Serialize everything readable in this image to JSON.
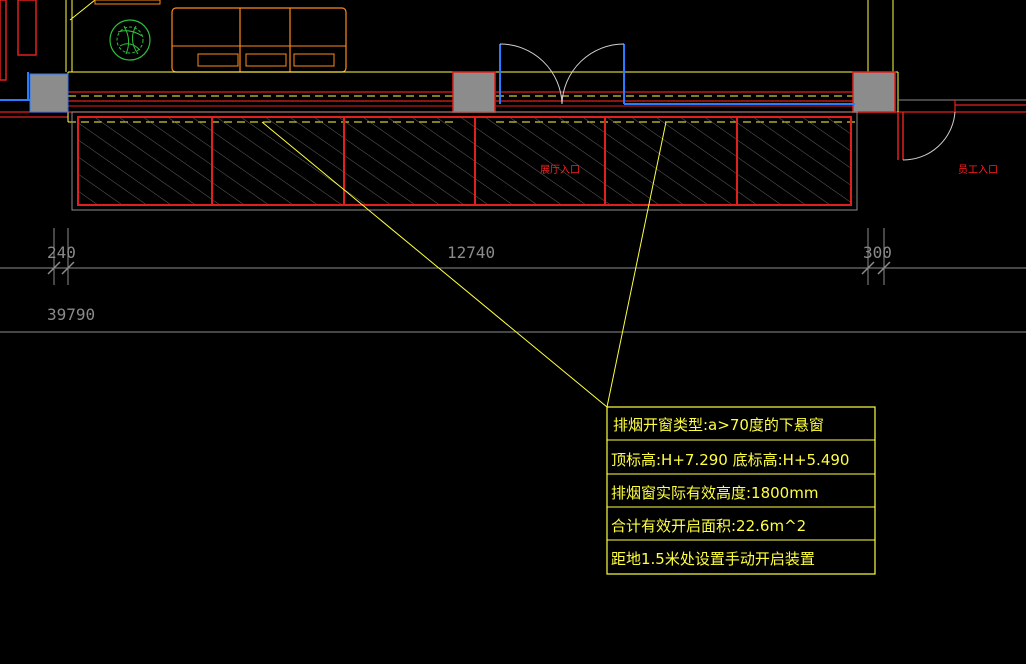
{
  "labels": {
    "hall_entrance": "展厅入口",
    "staff_entrance": "员工入口"
  },
  "dimensions": {
    "d1": "240",
    "d2": "12740",
    "d3": "300",
    "total": "39790"
  },
  "note": {
    "line1": "排烟开窗类型:a>70度的下悬窗",
    "line2": "顶标高:H+7.290  底标高:H+5.490",
    "line3": "排烟窗实际有效高度:1800mm",
    "line4": "合计有效开启面积:22.6m^2",
    "line5": "距地1.5米处设置手动开启装置"
  },
  "colors": {
    "background": "#000000",
    "wall_red": "#e0201c",
    "window_yellow": "#ffff40",
    "door_blue": "#2a7cff",
    "column_gray": "#8c8c8c",
    "dim_gray": "#8a8a8a",
    "furniture_orange": "#ff8a1c",
    "plant_green": "#2fbf3a"
  }
}
